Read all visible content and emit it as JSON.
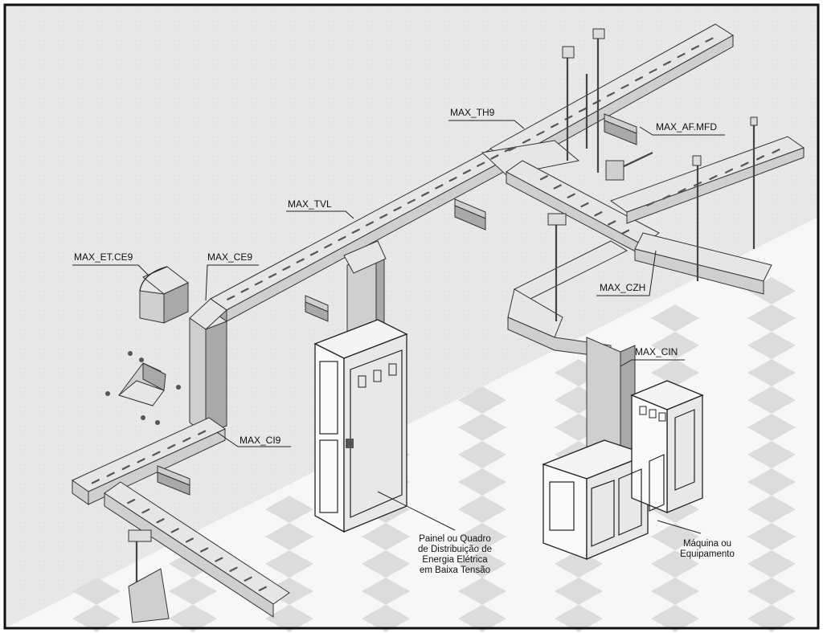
{
  "labels": {
    "max_th9": "MAX_TH9",
    "max_af_mfd": "MAX_AF.MFD",
    "max_tvl": "MAX_TVL",
    "max_et_ce9": "MAX_ET.CE9",
    "max_ce9": "MAX_CE9",
    "max_czh": "MAX_CZH",
    "max_cin": "MAX_CIN",
    "max_ci9": "MAX_CI9",
    "painel_line1": "Painel ou Quadro",
    "painel_line2": "de Distribuição de",
    "painel_line3": "Energia Elétrica",
    "painel_line4": "em Baixa Tensão",
    "maquina_line1": "Máquina ou",
    "maquina_line2": "Equipamento"
  },
  "colors": {
    "wall": "#e9e9e9",
    "floor_light": "#ffffff",
    "floor_dark": "#dcdcdc",
    "tray": "#cfcfcf",
    "frame_border": "#111111"
  }
}
